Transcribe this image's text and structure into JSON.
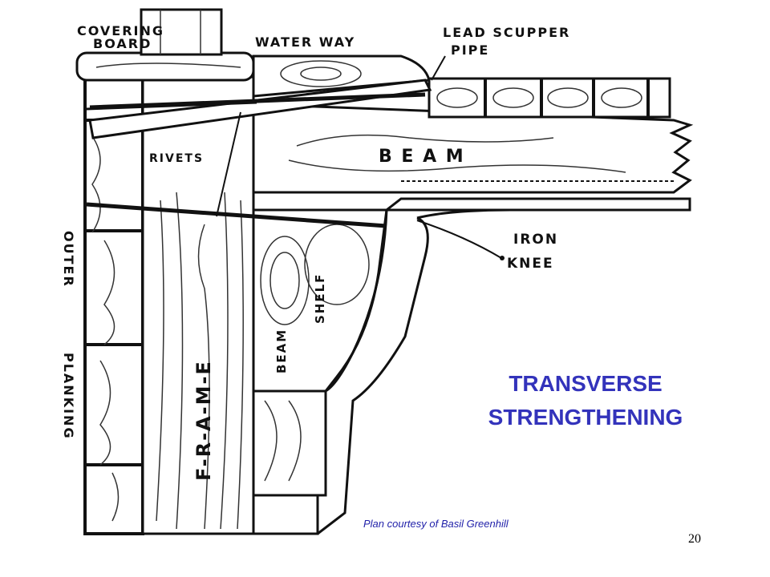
{
  "labels": {
    "covering_board_1": "COVERING",
    "covering_board_2": "BOARD",
    "water_way": "WATER WAY",
    "lead_scupper_1": "LEAD SCUPPER",
    "lead_scupper_2": "PIPE",
    "rivets": "RIVETS",
    "beam": "B E A M",
    "iron_knee_1": "IRON",
    "iron_knee_2": "KNEE",
    "outer_planking_1": "OUTER",
    "outer_planking_2": "PLANKING",
    "frame": "F-R-A-M-E",
    "beam_shelf_1": "BEAM",
    "beam_shelf_2": "SHELF"
  },
  "title": {
    "line1": "TRANSVERSE",
    "line2": "STRENGTHENING"
  },
  "credit": "Plan courtesy of Basil Greenhill",
  "page_number": "20",
  "colors": {
    "title": "#3333bb",
    "credit": "#2222aa",
    "ink": "#111111"
  }
}
